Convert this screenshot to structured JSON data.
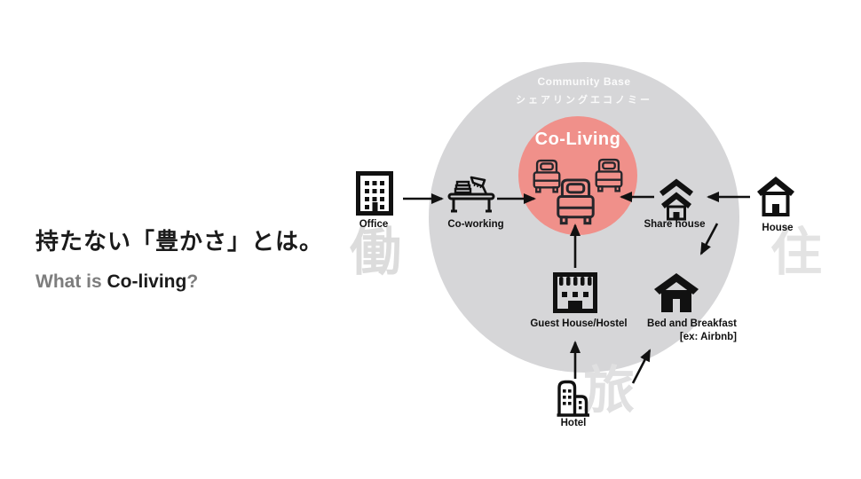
{
  "header": {
    "title": "持たない「豊かさ」とは。",
    "subtitle_prefix": "What is ",
    "subtitle_emphasis": "Co-living",
    "subtitle_suffix": "?"
  },
  "diagram": {
    "community": {
      "title": "Community Base",
      "subtitle": "シェアリングエコノミー"
    },
    "core": {
      "label": "Co-Living"
    },
    "nodes": {
      "office": {
        "label": "Office"
      },
      "coworking": {
        "label": "Co-working"
      },
      "sharehouse": {
        "label": "Share house"
      },
      "house": {
        "label": "House"
      },
      "guesthouse": {
        "label": "Guest House/Hostel"
      },
      "bnb": {
        "label": "Bed and Breakfast",
        "sublabel": "[ex: Airbnb]"
      },
      "hotel": {
        "label": "Hotel"
      }
    },
    "watermarks": {
      "work": "働",
      "live": "住",
      "travel": "旅"
    },
    "edges": [
      "Office → Co-working",
      "Co-working → Co-Living",
      "House → Share house",
      "Share house → Co-Living",
      "Share house → Bed and Breakfast",
      "Guest House/Hostel → Co-Living",
      "Hotel → Guest House/Hostel",
      "Hotel → Bed and Breakfast"
    ],
    "colors": {
      "community_circle": "#d6d6d8",
      "core_circle": "#f0908a",
      "icon_black": "#111111",
      "watermark_gray": "#dedede"
    }
  }
}
